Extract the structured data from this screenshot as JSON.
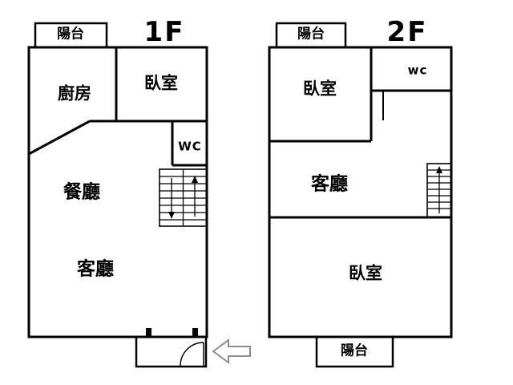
{
  "floor1": {
    "floor_label": "1F",
    "balcony": "陽台",
    "kitchen": "廚房",
    "bedroom": "臥室",
    "wc": "WC",
    "dining": "餐廳",
    "living": "客廳"
  },
  "floor2": {
    "floor_label": "2F",
    "balcony_top": "陽台",
    "bedroom_top": "臥室",
    "wc": "wc",
    "living": "客廳",
    "bedroom_bottom": "臥室",
    "balcony_bottom": "陽台"
  },
  "colors": {
    "wall": "#000000",
    "entrance_arrow": "#8c8c8c",
    "background": "#ffffff"
  }
}
